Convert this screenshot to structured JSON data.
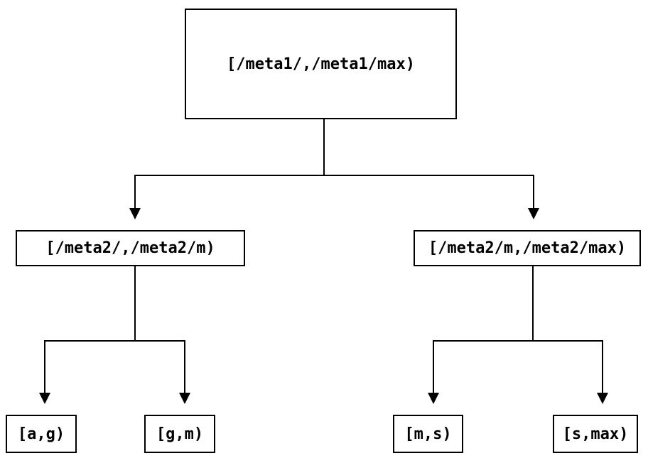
{
  "tree": {
    "root": {
      "label": "[/meta1/,/meta1/max)"
    },
    "level2": {
      "left": {
        "label": "[/meta2/,/meta2/m)"
      },
      "right": {
        "label": "[/meta2/m,/meta2/max)"
      }
    },
    "leaves": {
      "ag": {
        "label": "[a,g)"
      },
      "gm": {
        "label": "[g,m)"
      },
      "ms": {
        "label": "[m,s)"
      },
      "smax": {
        "label": "[s,max)"
      }
    }
  },
  "colors": {
    "line": "#000000",
    "box_fill": "#ffffff",
    "background": "#ffffff",
    "text": "#000000"
  }
}
